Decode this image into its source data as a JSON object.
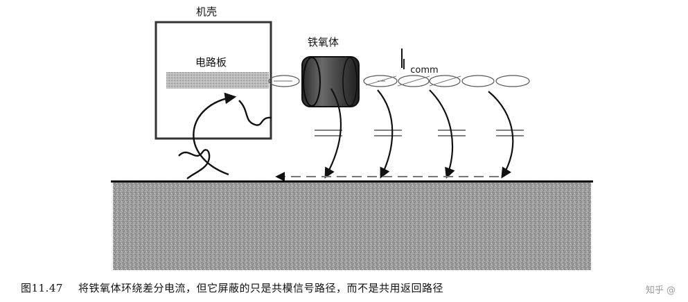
{
  "labels": {
    "chassis": "机壳",
    "circuit_board": "电路板",
    "ferrite": "铁氧体",
    "current_main": "I",
    "current_sub": "comm"
  },
  "caption": {
    "figure_number": "图11.47",
    "text": "将铁氧体环绕差分电流，但它屏蔽的只是共模信号路径，而不是共用返回路径"
  },
  "watermark": "知乎 @"
}
